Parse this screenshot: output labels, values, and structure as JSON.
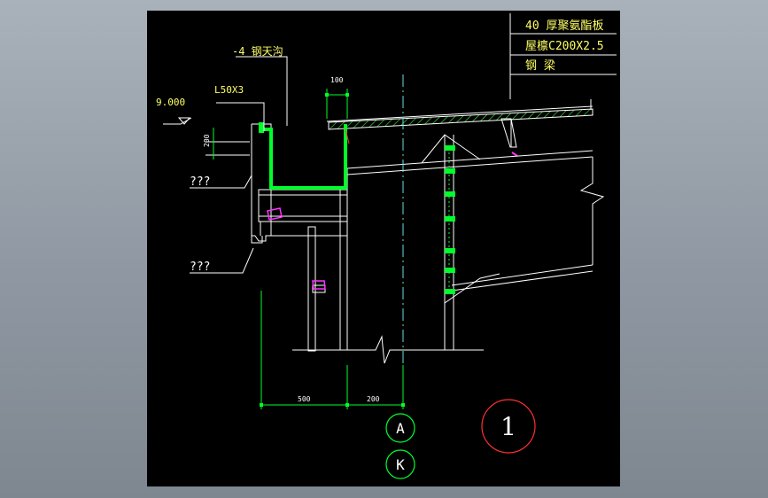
{
  "title_block": {
    "row1": "40 厚聚氨酯板",
    "row2": "屋檩C200X2.5",
    "row3": "钢 梁"
  },
  "labels": {
    "gutter": "-4 钢天沟",
    "angle": "L50X3",
    "elevation": "9.000",
    "unknown_upper": "???",
    "unknown_lower": "???"
  },
  "dimensions": {
    "gutter_width": "100",
    "height_200": "200",
    "span_500": "500",
    "span_200": "200"
  },
  "axis_markers": {
    "axis_a": "A",
    "axis_k": "K"
  },
  "detail_number": "1",
  "colors": {
    "canvas": "#000000",
    "structure": "#ffffff",
    "annotation": "#ffff66",
    "dimension": "#00ff00",
    "gutter": "#00ff2a",
    "axis_line": "#66e0e0",
    "detail_circle": "#ff3030",
    "bracket": "#ff33ff",
    "insulation": "#33ff33"
  }
}
